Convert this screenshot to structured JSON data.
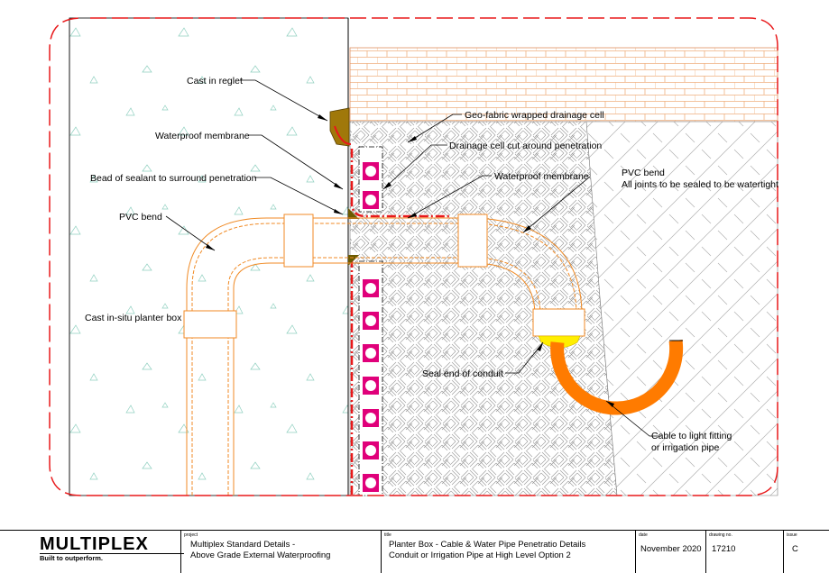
{
  "callouts": {
    "reglet": "Cast in reglet",
    "membrane_left": "Waterproof membrane",
    "sealant_bead": "Bead of sealant to surround penetration",
    "pvc_bend_left": "PVC bend",
    "planter_box": "Cast in-situ planter box",
    "geofabric": "Geo-fabric wrapped drainage cell",
    "drainage_cut": "Drainage cell cut around penetration",
    "membrane_right": "Waterproof membrane",
    "pvc_bend_right_1": "PVC bend",
    "pvc_bend_right_2": "All joints to be sealed to be watertight",
    "seal_end": "Seal end of conduit",
    "cable_1": "Cable to light fitting",
    "cable_2": "or irrigation pipe"
  },
  "title_block": {
    "company": "MULTIPLEX",
    "tagline": "Built to outperform.",
    "project_caption": "project",
    "project_line1": "Multiplex Standard Details -",
    "project_line2": "Above Grade External Waterproofing",
    "title_caption": "title",
    "title_line1": "Planter Box - Cable & Water Pipe Penetratio Details",
    "title_line2": "Conduit or Irrigation Pipe at High Level Option 2",
    "date_caption": "date",
    "date": "November 2020",
    "drawing_caption": "drawing no.",
    "drawing_no": "17210",
    "issue_caption": "issue",
    "issue": "C"
  },
  "colors": {
    "boundary": "#e8181a",
    "pipe": "#f08a24",
    "cable": "#ff7b00",
    "drainage": "#e0007a",
    "seal": "#ffee00",
    "reglet": "#8b6508"
  }
}
